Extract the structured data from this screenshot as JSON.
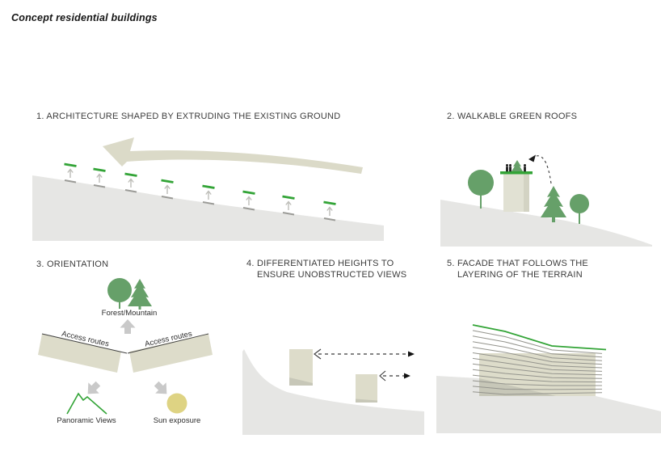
{
  "title": "Concept residential buildings",
  "colors": {
    "accent_green": "#33a437",
    "tree_green": "#66a069",
    "terrain_gray": "#e6e6e4",
    "block_beige": "#dddcca",
    "arrow_gray": "#c9c9c9",
    "contour_gray": "#94948d",
    "sun_yellow": "#ded383",
    "text_gray": "#3c3c3c"
  },
  "panels": {
    "extrusion": {
      "heading": "1. ARCHITECTURE SHAPED BY EXTRUDING THE EXISTING GROUND"
    },
    "green_roofs": {
      "heading": "2. WALKABLE GREEN ROOFS"
    },
    "orientation": {
      "heading": "3. ORIENTATION",
      "labels": {
        "forest": "Forest/Mountain",
        "access_left": "Access routes",
        "access_right": "Access routes",
        "panoramic": "Panoramic Views",
        "sun": "Sun exposure"
      }
    },
    "heights": {
      "heading_line1": "4. DIFFERENTIATED HEIGHTS TO",
      "heading_line2": "ENSURE UNOBSTRUCTED VIEWS"
    },
    "facade": {
      "heading_line1": "5. FACADE THAT FOLLOWS THE",
      "heading_line2": "LAYERING OF THE TERRAIN"
    }
  }
}
